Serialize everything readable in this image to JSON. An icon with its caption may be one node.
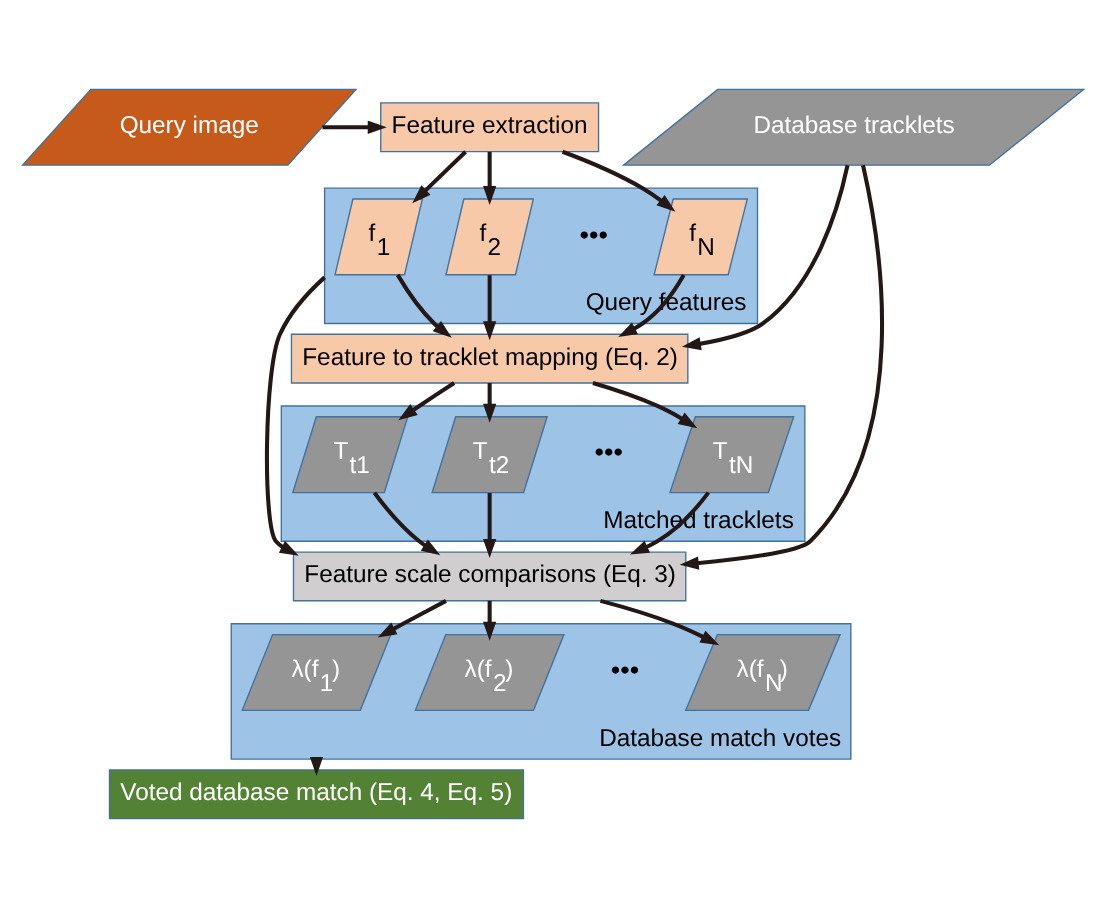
{
  "diagram": {
    "nodes": [
      {
        "text": [
          "Query image"
        ]
      },
      {
        "text": [
          "Feature extraction"
        ]
      },
      {
        "text": [
          "Database tracklets"
        ]
      },
      {
        "text": [
          "Query features"
        ]
      },
      {
        "text": [
          "f$_{1}$"
        ],
        "in": 3
      },
      {
        "text": [
          "f$_{2}$"
        ],
        "in": 3
      },
      {
        "text": [
          "f$_{N}$"
        ],
        "in": 3
      },
      {
        "text": [
          "Feature to tracklet mapping (Eq. 2)"
        ]
      },
      {
        "text": [
          "Matched tracklets"
        ]
      },
      {
        "text": [
          "T$_{t1}$"
        ],
        "in": 8
      },
      {
        "text": [
          "T$_{t2}$"
        ],
        "in": 8
      },
      {
        "text": [
          "T$_{tN}$"
        ],
        "in": 8
      },
      {
        "text": [
          "Feature scale comparisons (Eq. 3)"
        ]
      },
      {
        "text": [
          "Database match votes"
        ]
      },
      {
        "text": [
          "λ(f$_{1}$)"
        ],
        "in": 13
      },
      {
        "text": [
          "λ(f$_{2}$)"
        ],
        "in": 13
      },
      {
        "text": [
          "λ(f$_{N}$)"
        ],
        "in": 13
      },
      {
        "text": [
          "Voted database match (Eq. 4, Eq. 5)"
        ]
      }
    ],
    "edges": [
      {
        "from": 0,
        "to": 1,
        "arrow": "to"
      },
      {
        "from": 1,
        "to": 4,
        "arrow": "to"
      },
      {
        "from": 1,
        "to": 5,
        "arrow": "to"
      },
      {
        "from": 1,
        "to": 6,
        "arrow": "to"
      },
      {
        "from": 4,
        "to": 7,
        "arrow": "to"
      },
      {
        "from": 5,
        "to": 7,
        "arrow": "to"
      },
      {
        "from": 6,
        "to": 7,
        "arrow": "to"
      },
      {
        "from": 2,
        "to": 7,
        "arrow": "to"
      },
      {
        "from": 7,
        "to": 9,
        "arrow": "to"
      },
      {
        "from": 7,
        "to": 10,
        "arrow": "to"
      },
      {
        "from": 7,
        "to": 11,
        "arrow": "to"
      },
      {
        "from": 3,
        "to": 12,
        "arrow": "to"
      },
      {
        "from": 9,
        "to": 12,
        "arrow": "to"
      },
      {
        "from": 10,
        "to": 12,
        "arrow": "to"
      },
      {
        "from": 11,
        "to": 12,
        "arrow": "to"
      },
      {
        "from": 2,
        "to": 12,
        "arrow": "to"
      },
      {
        "from": 12,
        "to": 14,
        "arrow": "to"
      },
      {
        "from": 12,
        "to": 15,
        "arrow": "to"
      },
      {
        "from": 12,
        "to": 16,
        "arrow": "to"
      },
      {
        "from": 13,
        "to": 17,
        "arrow": "to"
      }
    ],
    "labels": [
      "•••",
      "•••",
      "•••"
    ]
  }
}
